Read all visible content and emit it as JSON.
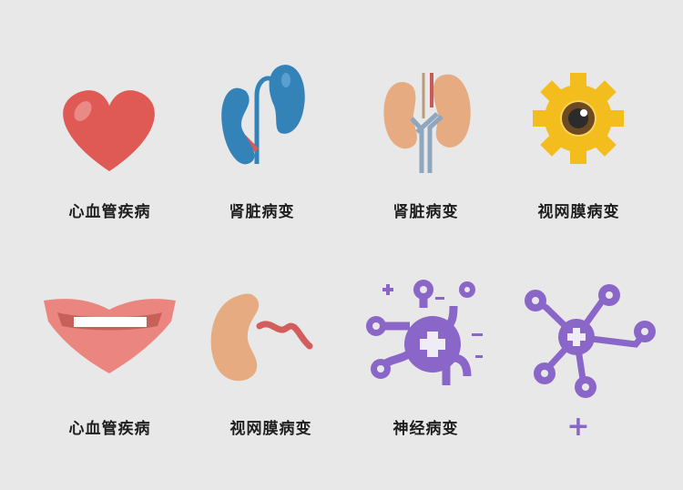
{
  "colors": {
    "background": "#e8e8e8",
    "heart": "#e05a55",
    "kidney_blue": "#3483b8",
    "kidney_tan": "#e6ab80",
    "gear_yellow": "#f3bd1d",
    "eye_brown": "#6e4a22",
    "lips": "#eb857f",
    "neuron_purple": "#8b66c9",
    "label_text": "#1e1e1e"
  },
  "grid": [
    {
      "icon": "heart-icon",
      "label": "心血管疾病"
    },
    {
      "icon": "blue-kidneys-icon",
      "label": "肾脏病变"
    },
    {
      "icon": "tan-kidneys-with-vessels-icon",
      "label": "肾脏病变"
    },
    {
      "icon": "gear-eye-icon",
      "label": "视网膜病变"
    },
    {
      "icon": "lips-icon",
      "label": "心血管疾病"
    },
    {
      "icon": "kidney-with-vessel-icon",
      "label": "视网膜病变"
    },
    {
      "icon": "neuron-circuit-icon",
      "label": "神经病变"
    },
    {
      "icon": "neuron-network-icon",
      "label": ""
    }
  ],
  "extra_symbol": "+"
}
